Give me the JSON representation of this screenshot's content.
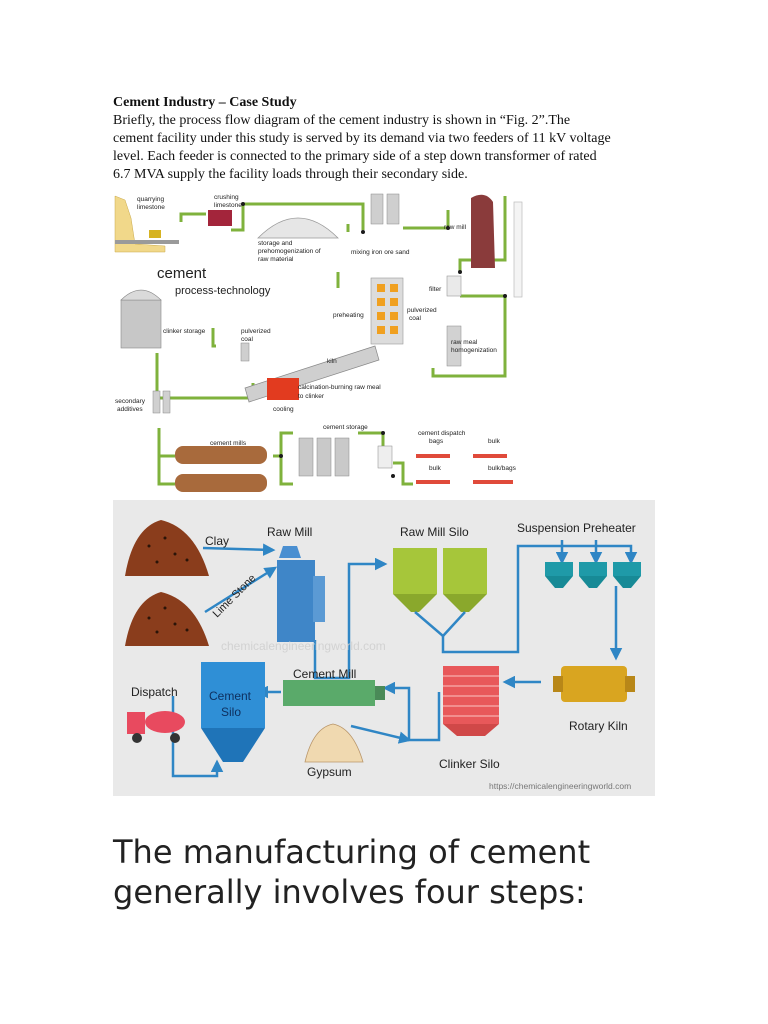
{
  "case_study": {
    "title": "Cement Industry – Case Study",
    "paragraph_lines": [
      "Briefly, the process flow diagram of the cement industry is shown in “Fig. 2”.The",
      "cement facility under this study is served by its demand via two feeders of 11 kV voltage",
      "level. Each feeder is connected to the primary side of a step down transformer of rated",
      "6.7 MVA supply the facility loads through their secondary side."
    ]
  },
  "figure1": {
    "labels": {
      "quarrying": "quarrying",
      "limestone": "limestone",
      "crushing": "crushing",
      "crushing_limestone": "limestone",
      "storage_1": "storage and",
      "storage_2": "prehomogenization of",
      "storage_3": "raw material",
      "mixing": "mixing iron ore sand",
      "raw_mill": "raw mill",
      "cement": "cement",
      "process_tech": "process-technology",
      "filter": "filter",
      "preheating": "preheating",
      "pulverized_coal_right_1": "pulverized",
      "pulverized_coal_right_2": "coal",
      "clinker_storage": "clinker storage",
      "pulverized_coal_left_1": "pulverized",
      "pulverized_coal_left_2": "coal",
      "raw_meal_1": "raw meal",
      "raw_meal_2": "homogenization",
      "kiln": "kiln",
      "calcination_1": "calcination-burning raw meal",
      "calcination_2": "to clinker",
      "cooling": "cooling",
      "secondary_1": "secondary",
      "secondary_2": "additives",
      "cement_storage": "cement storage",
      "cement_mills": "cement mills",
      "dispatch_1": "cement dispatch",
      "dispatch_bags": "bags",
      "dispatch_bulk": "bulk",
      "dispatch_bulk2": "bulk",
      "dispatch_bulkbags": "bulk/bags"
    }
  },
  "figure2": {
    "labels": {
      "clay": "Clay",
      "limestone": "Lime Stone",
      "raw_mill": "Raw Mill",
      "raw_mill_silo": "Raw Mill Silo",
      "suspension_preheater": "Suspension Preheater",
      "watermark": "chemicalengineeringworld.com",
      "cement_mill": "Cement Mill",
      "dispatch": "Dispatch",
      "cement_silo_1": "Cement",
      "cement_silo_2": "Silo",
      "rotary_kiln": "Rotary Kiln",
      "gypsum": "Gypsum",
      "clinker_silo": "Clinker Silo",
      "url": "https://chemicalengineeringworld.com"
    },
    "colors": {
      "background": "#e9e9e9",
      "flow_arrow": "#2f86c5",
      "silo_green": "#a6c63a",
      "preheater_teal": "#1f9aa8",
      "cement_silo_blue": "#2f8fd6",
      "kiln_gold": "#d9a520",
      "clinker_red": "#e8585a",
      "pile_brown": "#8a3d1c",
      "cement_mill_green": "#5aaa6a"
    }
  },
  "bottom_heading_lines": [
    "The manufacturing of cement",
    "generally involves four steps:"
  ]
}
